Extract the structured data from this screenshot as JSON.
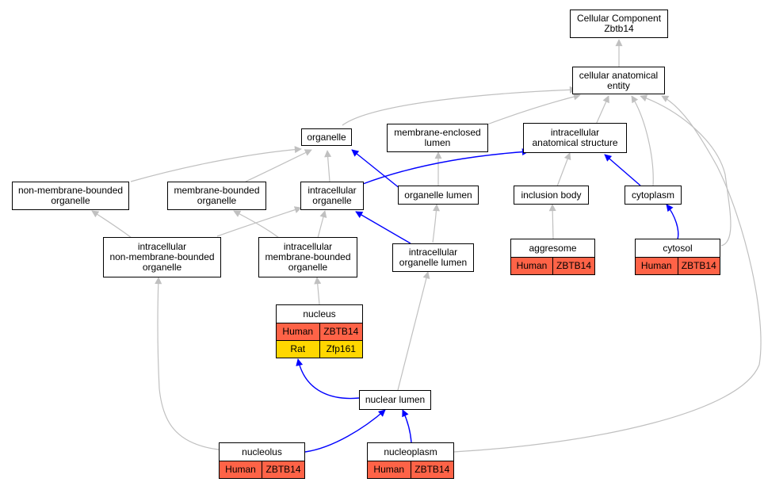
{
  "colors": {
    "gray_edge": "#c0c0c0",
    "blue_edge": "#0000ff",
    "human": "#ff6347",
    "rat": "#ffd700"
  },
  "nodes": {
    "root": "Cellular Component\nZbtb14",
    "cellular_anatomical_entity": "cellular anatomical\nentity",
    "organelle": "organelle",
    "membrane_enclosed_lumen": "membrane-enclosed\nlumen",
    "intracellular_anatomical_structure": "intracellular\nanatomical structure",
    "non_membrane_bounded_organelle": "non-membrane-bounded\norganelle",
    "membrane_bounded_organelle": "membrane-bounded\norganelle",
    "intracellular_organelle": "intracellular\norganelle",
    "organelle_lumen": "organelle lumen",
    "inclusion_body": "inclusion body",
    "cytoplasm": "cytoplasm",
    "intracellular_non_membrane_bounded_organelle": "intracellular\nnon-membrane-bounded\norganelle",
    "intracellular_membrane_bounded_organelle": "intracellular\nmembrane-bounded\norganelle",
    "intracellular_organelle_lumen": "intracellular\norganelle lumen",
    "nuclear_lumen": "nuclear lumen"
  },
  "genes": {
    "aggresome": {
      "title": "aggresome",
      "rows": [
        {
          "species": "Human",
          "gene": "ZBTB14"
        }
      ]
    },
    "cytosol": {
      "title": "cytosol",
      "rows": [
        {
          "species": "Human",
          "gene": "ZBTB14"
        }
      ]
    },
    "nucleus": {
      "title": "nucleus",
      "rows": [
        {
          "species": "Human",
          "gene": "ZBTB14"
        },
        {
          "species": "Rat",
          "gene": "Zfp161"
        }
      ]
    },
    "nucleolus": {
      "title": "nucleolus",
      "rows": [
        {
          "species": "Human",
          "gene": "ZBTB14"
        }
      ]
    },
    "nucleoplasm": {
      "title": "nucleoplasm",
      "rows": [
        {
          "species": "Human",
          "gene": "ZBTB14"
        }
      ]
    }
  }
}
